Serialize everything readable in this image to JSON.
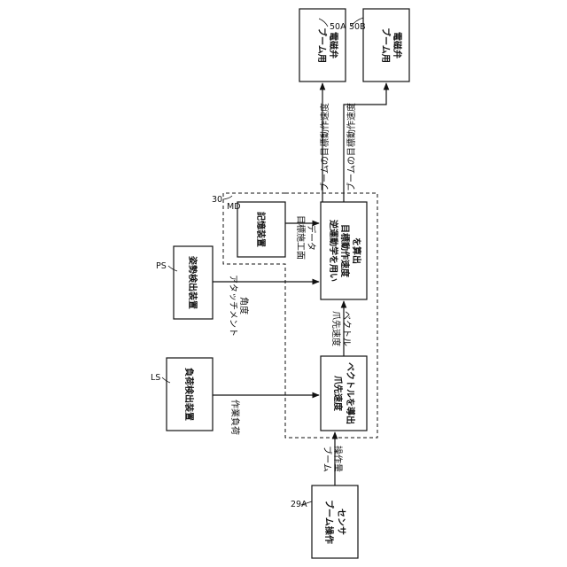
{
  "blocks": {
    "valve_a": {
      "ref": "50A",
      "lines": [
        "ブーム用",
        "電磁弁"
      ]
    },
    "valve_b": {
      "ref": "50B",
      "lines": [
        "ブーム用",
        "電磁弁"
      ]
    },
    "storage": {
      "ref": "MD",
      "lines": [
        "記憶装置"
      ]
    },
    "inverse_kinematics": {
      "lines": [
        "逆運動学を用い",
        "目標動作速度",
        "を算出"
      ]
    },
    "tip_velocity_calc": {
      "lines": [
        "爪先速度",
        "ベクトルを導出"
      ]
    },
    "posture_detector": {
      "ref": "PS",
      "lines": [
        "姿勢検出装置"
      ]
    },
    "load_detector": {
      "ref": "LS",
      "lines": [
        "負荷検出装置"
      ]
    },
    "operation_sensor": {
      "ref": "29A",
      "lines": [
        "ブーム操作",
        "センサ"
      ]
    }
  },
  "controller": {
    "ref": "30"
  },
  "signals": {
    "target_speed_a": "ブームの目標動作速度",
    "target_speed_b": "ブームの目標動作速度",
    "construction_data": [
      "目標施工面",
      "データ"
    ],
    "attachment_angle": [
      "アタッチメント",
      "角度"
    ],
    "work_load": "作業負荷",
    "tip_velocity_vector": [
      "爪先速度",
      "ベクトル"
    ],
    "operation_amount": [
      "ブーム",
      "操作量"
    ]
  }
}
